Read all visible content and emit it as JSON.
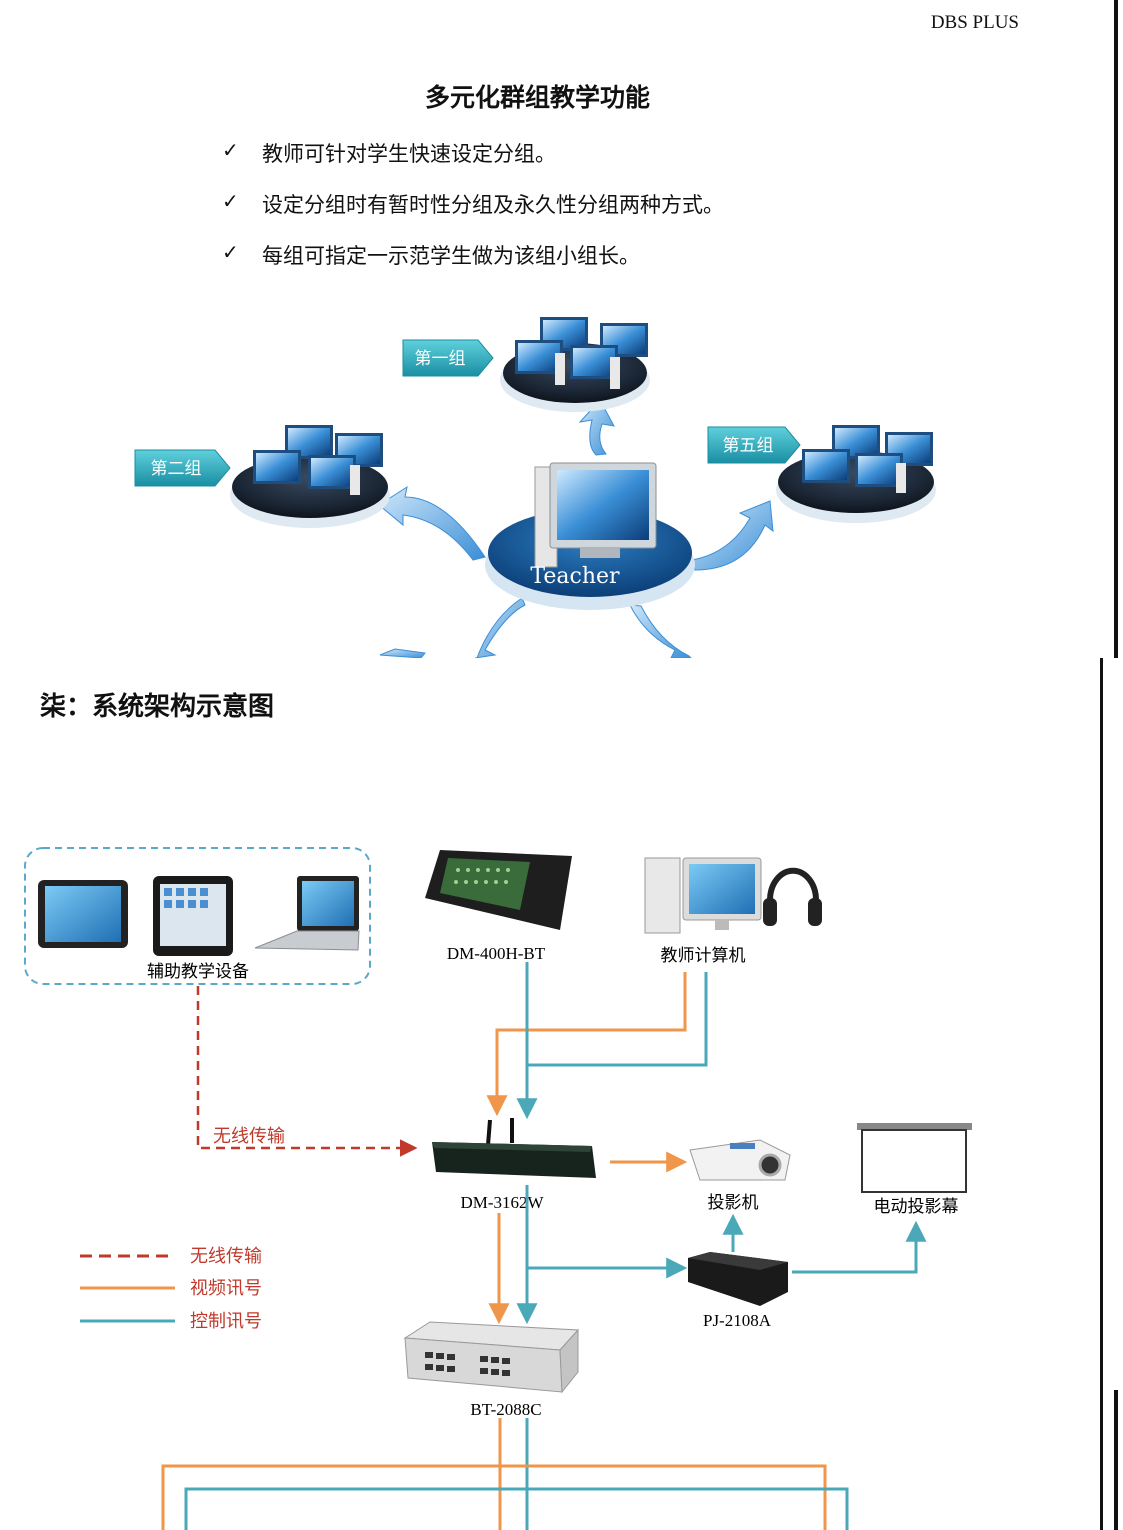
{
  "header": {
    "brand": "DBS PLUS"
  },
  "section1": {
    "title": "多元化群组教学功能",
    "bullets": [
      "教师可针对学生快速设定分组。",
      "设定分组时有暂时性分组及永久性分组两种方式。",
      "每组可指定一示范学生做为该组小组长。"
    ],
    "check_glyph": "✓",
    "diagram": {
      "groups": [
        "第一组",
        "第二组",
        "第五组"
      ],
      "center_label": "Teacher"
    }
  },
  "section2": {
    "title": "柒：系统架构示意图",
    "devices": {
      "aux": "辅助教学设备",
      "keyboard": "DM-400H-BT",
      "teacher_pc": "教师计算机",
      "router": "DM-3162W",
      "projector": "投影机",
      "screen": "电动投影幕",
      "pj": "PJ-2108A",
      "switch": "BT-2088C"
    },
    "wireless_label": "无线传输",
    "legend": [
      {
        "label": "无线传输",
        "color": "#c0392b",
        "style": "dashed"
      },
      {
        "label": "视频讯号",
        "color": "#f0964a",
        "style": "solid"
      },
      {
        "label": "控制讯号",
        "color": "#4aa8b8",
        "style": "solid"
      }
    ]
  },
  "colors": {
    "orange": "#f0964a",
    "teal": "#4aa8b8",
    "red": "#c0392b",
    "ribbon": "#3aa8b8"
  }
}
